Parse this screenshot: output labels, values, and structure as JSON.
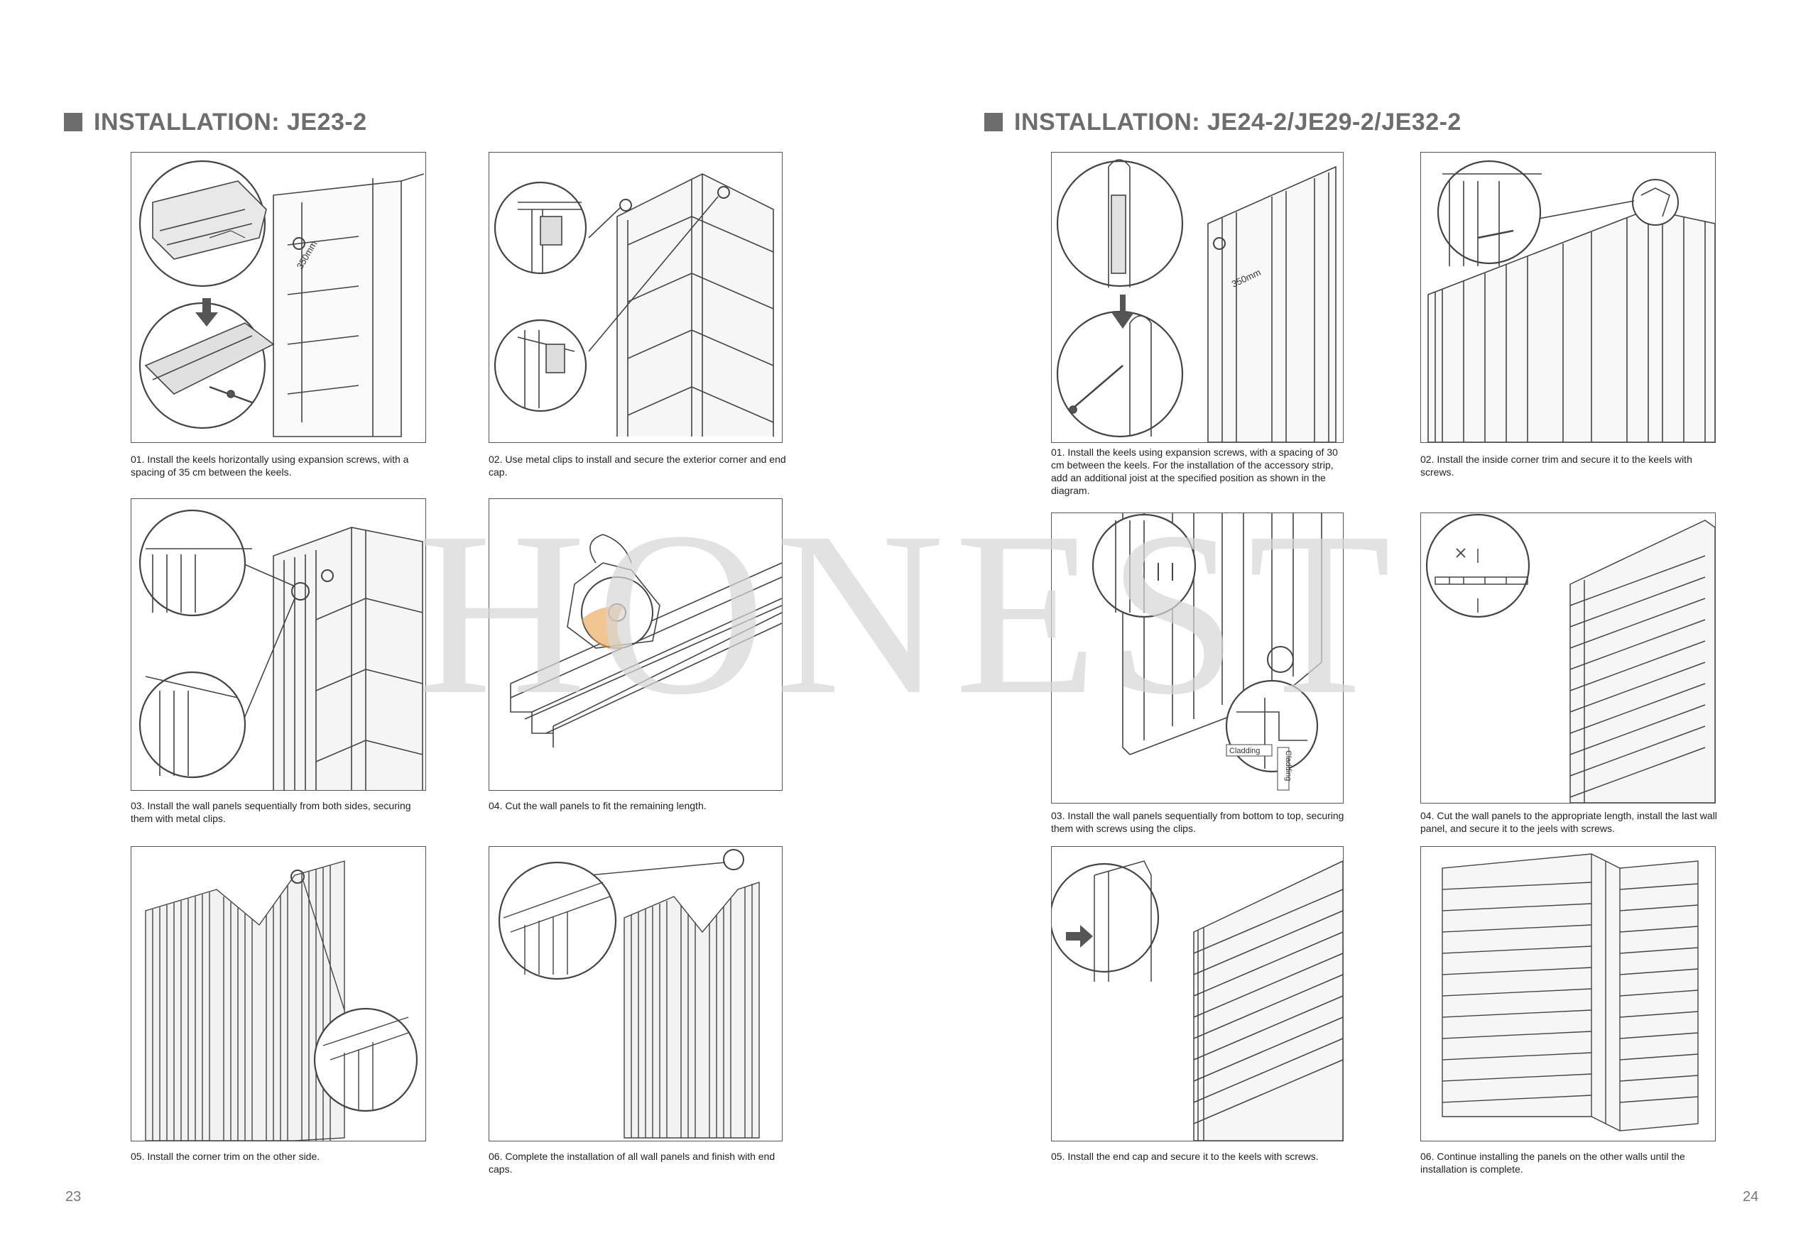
{
  "sections": {
    "left": {
      "title": "INSTALLATION: JE23-2"
    },
    "right": {
      "title": "INSTALLATION: JE24-2/JE29-2/JE32-2"
    }
  },
  "left_steps": [
    "01. Install the keels horizontally using expansion screws, with a spacing of 35 cm between the keels.",
    "02. Use metal clips to install and secure the exterior corner and end cap.",
    "03. Install the wall panels sequentially from both sides, securing them with metal clips.",
    "04. Cut the wall panels to fit the remaining length.",
    "05. Install the corner trim on the other side.",
    "06. Complete the installation of all wall panels and finish with end caps."
  ],
  "right_steps": [
    "01. Install the keels using expansion screws, with a spacing of 30 cm between the keels. For the installation of the accessory strip, add an additional joist at the specified position as shown in the diagram.",
    "02. Install the inside corner trim and secure it to the keels with screws.",
    "03. Install the wall panels sequentially from bottom to top, securing them with screws using the clips.",
    "04. Cut the wall panels to the appropriate length, install the last wall panel, and secure it to the jeels with screws.",
    "05. Install the end cap and secure it to the keels with screws.",
    "06. Continue installing the panels on the other walls until the installation is complete."
  ],
  "diagram_labels": {
    "spacing_left": "350mm",
    "spacing_right": "350mm",
    "cladding_1": "Cladding",
    "cladding_2": "Cladding"
  },
  "watermark": "HONEST",
  "page_numbers": {
    "left": "23",
    "right": "24"
  },
  "colors": {
    "title": "#6d6d6d",
    "border": "#555555",
    "accent_orange": "#e8a04a"
  }
}
